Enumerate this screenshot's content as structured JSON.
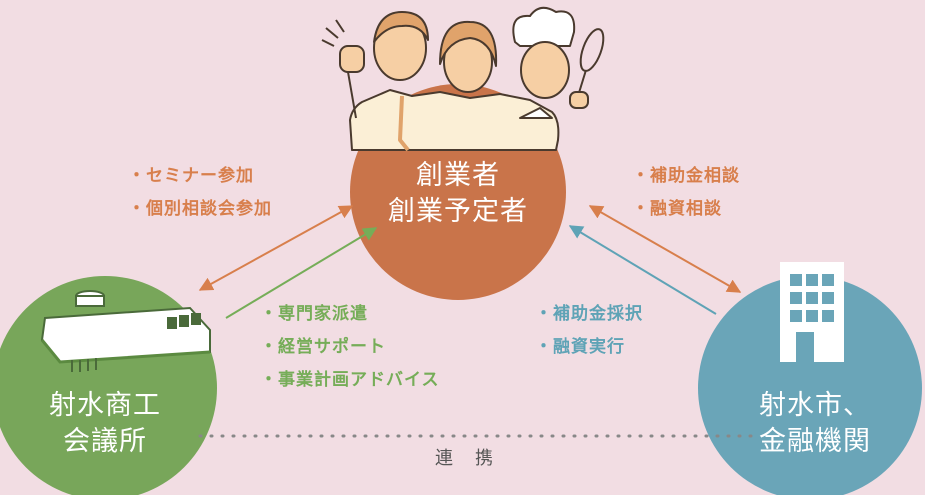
{
  "nodes": {
    "founder": {
      "line1": "創業者",
      "line2": "創業予定者",
      "color": "#c9744a"
    },
    "chamber": {
      "line1": "射水商工",
      "line2": "会議所",
      "color": "#78a65a"
    },
    "city": {
      "line1": "射水市、",
      "line2": "金融機関",
      "color": "#6aa5b8"
    }
  },
  "flows": {
    "founder_to_chamber": [
      "・セミナー参加",
      "・個別相談会参加"
    ],
    "founder_to_city": [
      "・補助金相談",
      "・融資相談"
    ],
    "chamber_to_founder": [
      "・専門家派遣",
      "・経営サポート",
      "・事業計画アドバイス"
    ],
    "city_to_founder": [
      "・補助金採択",
      "・融資実行"
    ]
  },
  "link": {
    "label": "連　携"
  },
  "colors": {
    "background": "#f2dde3",
    "orange": "#d87f4c",
    "green": "#76ad58",
    "blue": "#5fa3b6"
  }
}
